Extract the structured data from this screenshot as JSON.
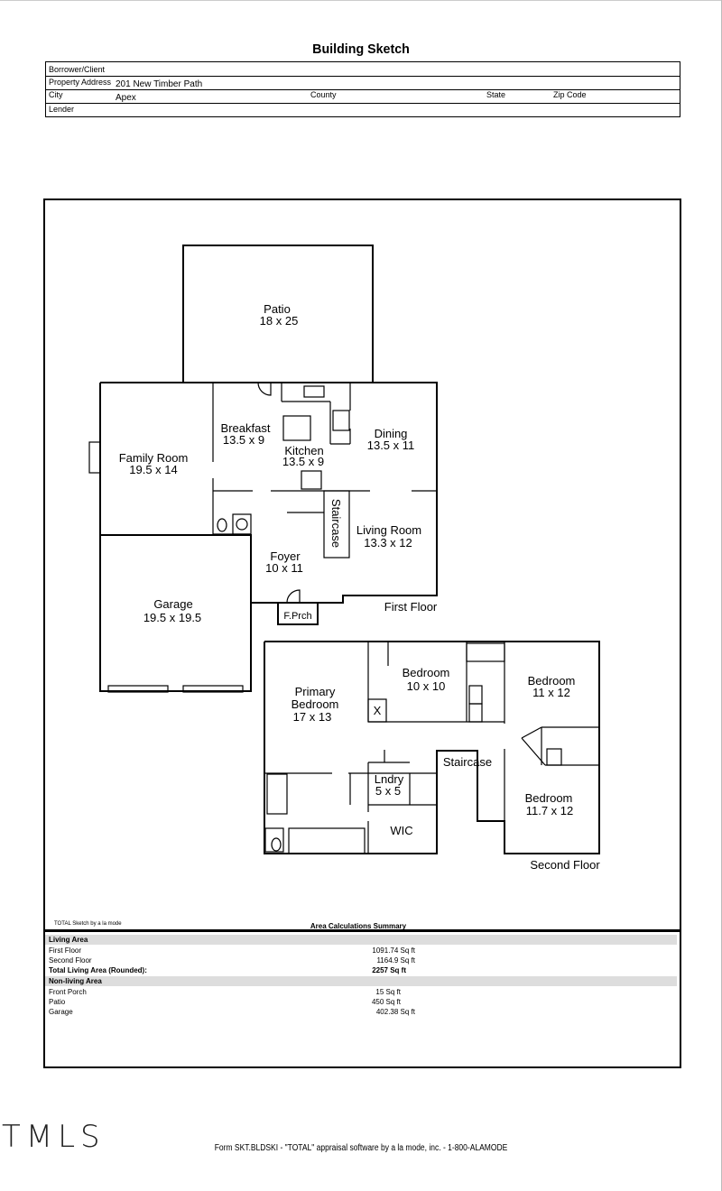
{
  "header": {
    "title": "Building Sketch"
  },
  "info": {
    "borrower_label": "Borrower/Client",
    "borrower_value": "",
    "address_label": "Property Address",
    "address_value": "201 New Timber Path",
    "city_label": "City",
    "city_value": "Apex",
    "county_label": "County",
    "state_label": "State",
    "zip_label": "Zip Code",
    "lender_label": "Lender"
  },
  "rooms": {
    "patio": {
      "name": "Patio",
      "size": "18 x 25"
    },
    "breakfast": {
      "name": "Breakfast",
      "size": "13.5 x 9"
    },
    "kitchen": {
      "name": "Kitchen",
      "size": "13.5 x 9"
    },
    "dining": {
      "name": "Dining",
      "size": "13.5 x 11"
    },
    "family": {
      "name": "Family Room",
      "size": "19.5 x 14"
    },
    "staircase1": {
      "name": "Staircase"
    },
    "living": {
      "name": "Living Room",
      "size": "13.3 x 12"
    },
    "foyer": {
      "name": "Foyer",
      "size": "10 x 11"
    },
    "garage": {
      "name": "Garage",
      "size": "19.5 x 19.5"
    },
    "fporch": {
      "name": "F.Prch"
    },
    "first_floor": "First Floor",
    "primary": {
      "name1": "Primary",
      "name2": "Bedroom",
      "size": "17 x 13"
    },
    "bed2": {
      "name": "Bedroom",
      "size": "10 x 10"
    },
    "bed3": {
      "name": "Bedroom",
      "size": "11 x 12"
    },
    "closet_x": "X",
    "staircase2": {
      "name": "Staircase"
    },
    "laundry": {
      "name": "Lndry",
      "size": "5 x 5"
    },
    "bed4": {
      "name": "Bedroom",
      "size": "11.7 x 12"
    },
    "wic": {
      "name": "WIC"
    },
    "second_floor": "Second Floor"
  },
  "sketch_credit": "TOTAL Sketch by a la mode",
  "summary": {
    "title": "Area Calculations Summary",
    "living_header": "Living Area",
    "first_floor_label": "First Floor",
    "first_floor_value": "1091.74 Sq ft",
    "second_floor_label": "Second Floor",
    "second_floor_value": "1164.9 Sq ft",
    "total_label": "Total Living Area (Rounded):",
    "total_value": "2257 Sq ft",
    "nonliving_header": "Non-living Area",
    "porch_label": "Front Porch",
    "porch_value": "15 Sq ft",
    "patio_label": "Patio",
    "patio_value": "450 Sq ft",
    "garage_label": "Garage",
    "garage_value": "402.38 Sq ft"
  },
  "footer": {
    "form_text": "Form SKT.BLDSKI - \"TOTAL\" appraisal software by a la mode, inc. - 1-800-ALAMODE",
    "logo": "TMLS"
  }
}
